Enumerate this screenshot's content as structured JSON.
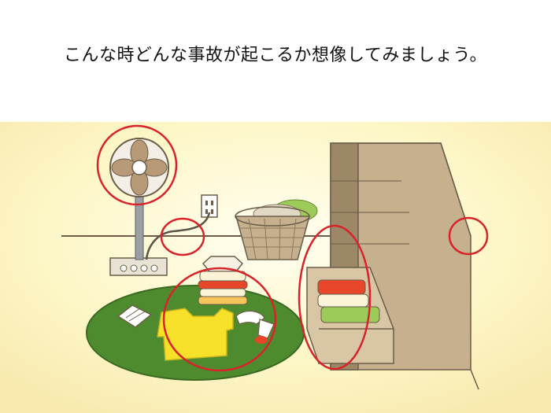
{
  "slide": {
    "title": "こんな時どんな事故が起こるか想像してみましょう。"
  },
  "colors": {
    "wall": "#fdf8d4",
    "floor_line": "#6b5d48",
    "rug": "#4e8b2e",
    "dresser": "#c6b08e",
    "dresser_dark": "#9c8766",
    "highlight_circle": "#d8232a",
    "yellow_clothes": "#f6e02a",
    "red_clothes": "#e8462a",
    "green_clothes": "#9ccb5a"
  },
  "icons": [
    "electric-fan",
    "wall-outlet",
    "laundry-basket",
    "folded-clothes",
    "socks",
    "book",
    "dresser"
  ]
}
